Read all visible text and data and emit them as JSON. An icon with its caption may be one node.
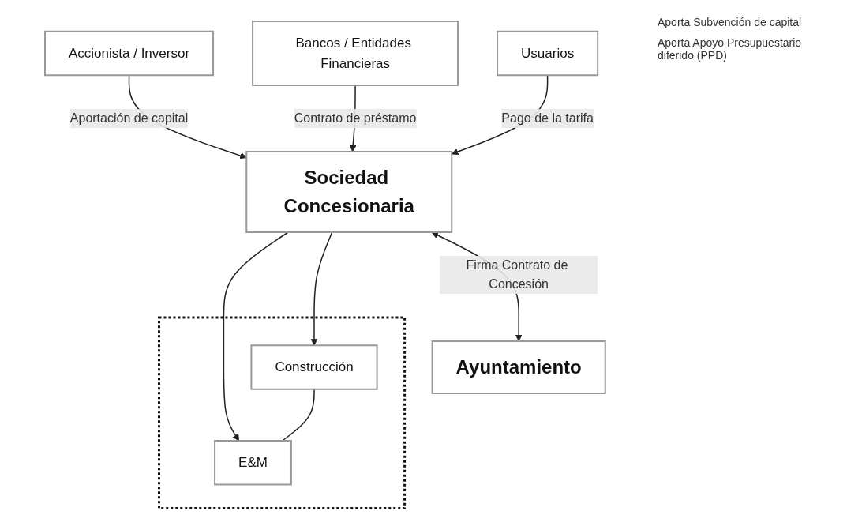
{
  "diagram": {
    "nodes": [
      {
        "text": [
          "Ayuntamiento"
        ]
      },
      {
        "text": [
          "Accionista / Inversor"
        ]
      },
      {
        "text": [
          "Sociedad Concesionaria"
        ]
      },
      {
        "text": [
          "Usuarios"
        ]
      },
      {
        "text": [
          "Bancos / Entidades Financieras"
        ]
      },
      {
        "text": [],
        "shape": "box"
      },
      {
        "text": [
          "Construcción"
        ],
        "in": 5
      },
      {
        "text": [
          "E&M"
        ],
        "in": 5
      }
    ],
    "edges": [
      {
        "from": 2,
        "to": 0,
        "arrow": "both",
        "label": "Firma Contrato de Concesión"
      },
      {
        "from": 1,
        "to": 2,
        "arrow": "to",
        "label": "Aportación de capital"
      },
      {
        "from": 4,
        "to": 2,
        "arrow": "to",
        "label": "Contrato de préstamo"
      },
      {
        "from": 3,
        "to": 2,
        "arrow": "to",
        "label": "Pago de la tarifa"
      },
      {
        "from": 2,
        "to": 6,
        "arrow": "to"
      },
      {
        "from": 2,
        "to": 7,
        "arrow": "to"
      },
      {
        "from": 6,
        "to": 7,
        "arrow": "none"
      }
    ],
    "labels": [
      "Aporta Subvención de capital",
      "Aporta Apoyo Presupuestario diferido (PPD)"
    ]
  }
}
